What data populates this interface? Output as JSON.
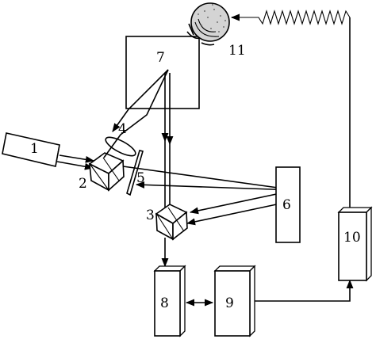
{
  "labels": {
    "l1": "1",
    "l2": "2",
    "l3": "3",
    "l4": "4",
    "l5": "5",
    "l6": "6",
    "l7": "7",
    "l8": "8",
    "l9": "9",
    "l10": "10",
    "l11": "11"
  },
  "colors": {
    "ink": "#000000",
    "background": "#ffffff",
    "sphere_fill": "#d4d4d4"
  }
}
